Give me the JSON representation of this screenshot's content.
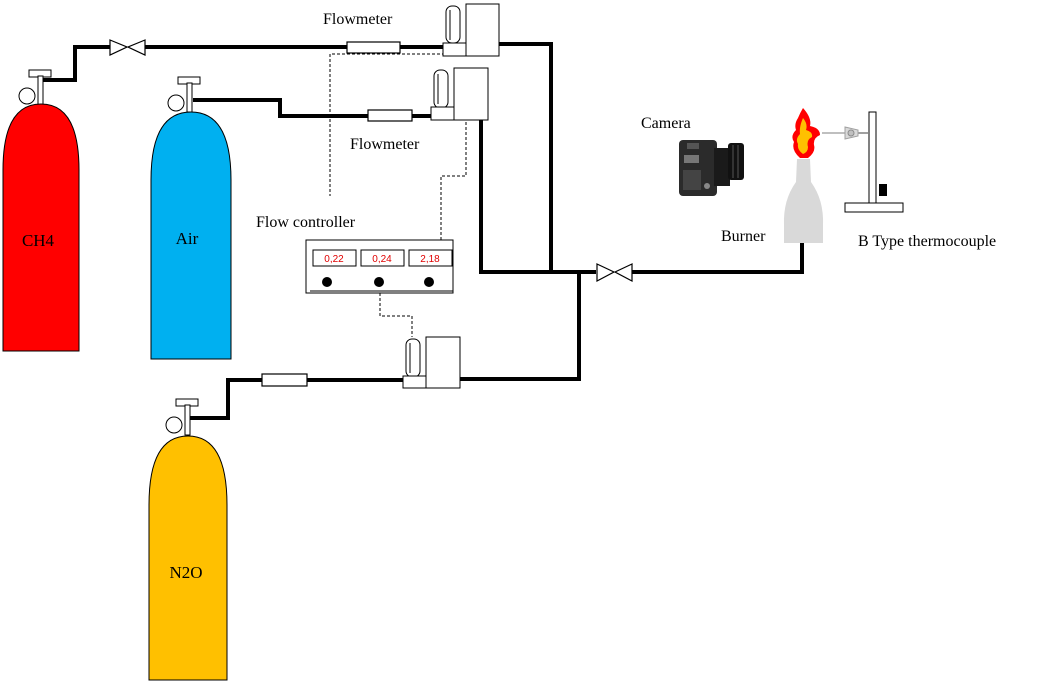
{
  "labels": {
    "flowmeter_top": "Flowmeter",
    "flowmeter_mid": "Flowmeter",
    "flow_controller": "Flow controller",
    "camera": "Camera",
    "burner": "Burner",
    "thermocouple": "B Type thermocouple"
  },
  "cylinders": [
    {
      "label": "CH4",
      "color": "#ff0000"
    },
    {
      "label": "Air",
      "color": "#00b0f0"
    },
    {
      "label": "N2O",
      "color": "#ffc000"
    }
  ],
  "controller": {
    "displays": [
      "0,22",
      "0,24",
      "2,18"
    ]
  },
  "colors": {
    "pipe": "#000000",
    "display_text": "#e00000",
    "flame_outer": "#ff0000",
    "flame_inner": "#ffc000",
    "burner_body": "#d9d9d9"
  }
}
